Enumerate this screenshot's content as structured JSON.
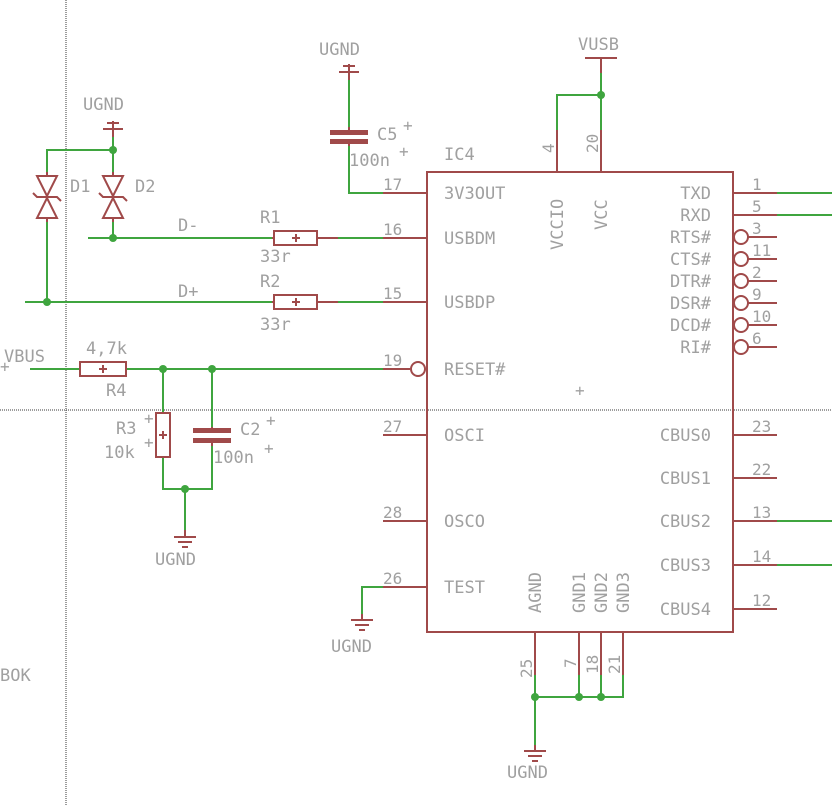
{
  "colors": {
    "wire": "#3fa53f",
    "symbol": "#a04a4a",
    "text": "#a0a0a0",
    "background": "#ffffff"
  },
  "labels": {
    "ugnd_top_c5": "UGND",
    "vusb": "VUSB",
    "ugnd_diodes": "UGND",
    "d1": "D1",
    "d2": "D2",
    "c5_name": "C5",
    "c5_value": "100n",
    "ic4": "IC4",
    "r1_name": "R1",
    "r1_value": "33r",
    "r2_name": "R2",
    "r2_value": "33r",
    "net_dminus": "D-",
    "net_dplus": "D+",
    "vbus": "VBUS",
    "r4_value": "4,7k",
    "r4_name": "R4",
    "r3_name": "R3",
    "r3_value": "10k",
    "c2_name": "C2",
    "c2_value": "100n",
    "ugnd_r3": "UGND",
    "ugnd_test": "UGND",
    "ugnd_bottom": "UGND",
    "bok": "BOK",
    "plus": "+"
  },
  "ic_pins": {
    "left": [
      {
        "num": "17",
        "name": "3V3OUT"
      },
      {
        "num": "16",
        "name": "USBDM"
      },
      {
        "num": "15",
        "name": "USBDP"
      },
      {
        "num": "19",
        "name": "RESET#"
      },
      {
        "num": "27",
        "name": "OSCI"
      },
      {
        "num": "28",
        "name": "OSCO"
      },
      {
        "num": "26",
        "name": "TEST"
      }
    ],
    "right": [
      {
        "num": "1",
        "name": "TXD"
      },
      {
        "num": "5",
        "name": "RXD"
      },
      {
        "num": "3",
        "name": "RTS#"
      },
      {
        "num": "11",
        "name": "CTS#"
      },
      {
        "num": "2",
        "name": "DTR#"
      },
      {
        "num": "9",
        "name": "DSR#"
      },
      {
        "num": "10",
        "name": "DCD#"
      },
      {
        "num": "6",
        "name": "RI#"
      },
      {
        "num": "23",
        "name": "CBUS0"
      },
      {
        "num": "22",
        "name": "CBUS1"
      },
      {
        "num": "13",
        "name": "CBUS2"
      },
      {
        "num": "14",
        "name": "CBUS3"
      },
      {
        "num": "12",
        "name": "CBUS4"
      }
    ],
    "top": [
      {
        "num": "4",
        "name": "VCCIO"
      },
      {
        "num": "20",
        "name": "VCC"
      }
    ],
    "bottom": [
      {
        "num": "25",
        "name": "AGND"
      },
      {
        "num": "7",
        "name": "GND1"
      },
      {
        "num": "18",
        "name": "GND2"
      },
      {
        "num": "21",
        "name": "GND3"
      }
    ]
  }
}
